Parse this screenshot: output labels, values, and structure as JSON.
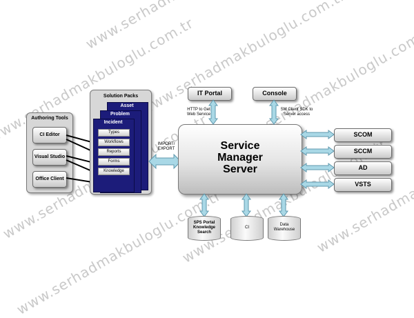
{
  "watermark": "www.serhadmakbuloglu.com.tr",
  "authoring": {
    "title": "Authoring Tools",
    "items": [
      "CI Editor",
      "Visual Studio",
      "Office Client"
    ]
  },
  "solution_packs": {
    "title": "Solution Packs",
    "layers": [
      "Asset",
      "Problem",
      "Incident"
    ],
    "items": [
      "Types",
      "Workflows",
      "Reports",
      "Forms",
      "Knowledge"
    ]
  },
  "import_export": "IMPORT/ EXPORT",
  "server": {
    "title_line1": "Service",
    "title_line2": "Manager",
    "title_line3": "Server"
  },
  "top": {
    "it_portal": "IT Portal",
    "console": "Console",
    "http_label": "HTTP to Get Web Service",
    "sm_label": "SM Client SDK to Server access"
  },
  "right_systems": [
    "SCOM",
    "SCCM",
    "AD",
    "VSTS"
  ],
  "bottom": {
    "sps": "SPS Portal Knowledge Search",
    "ci": "CI",
    "dw": "Data Warehouse"
  },
  "colors": {
    "arrow": "#a9d8e6",
    "navy": "#1c1c7a"
  }
}
